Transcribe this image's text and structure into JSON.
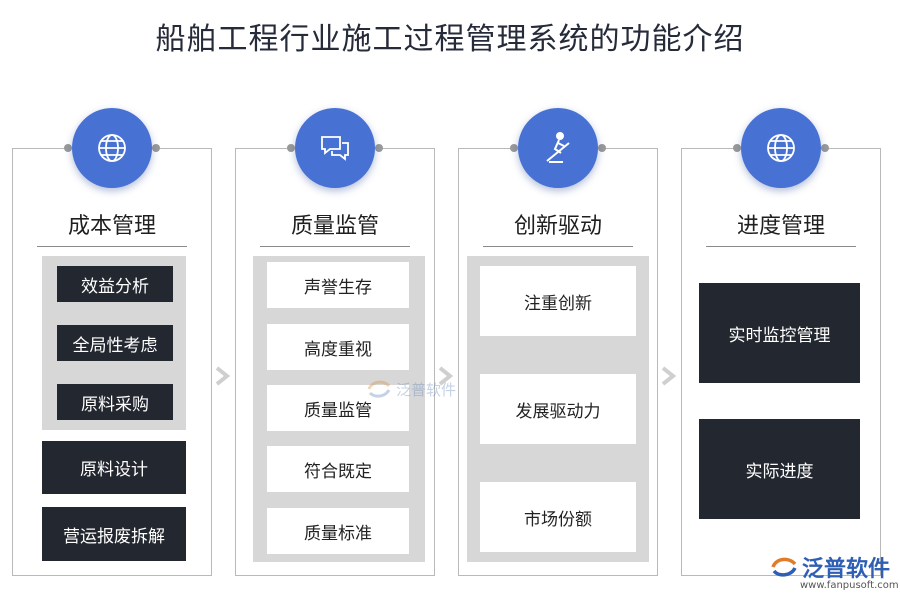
{
  "title": "船舶工程行业施工过程管理系统的功能介绍",
  "columns": [
    {
      "heading": "成本管理",
      "icon": "globe-icon",
      "items": [
        "效益分析",
        "全局性考虑",
        "原料采购",
        "原料设计",
        "营运报废拆解"
      ]
    },
    {
      "heading": "质量监管",
      "icon": "chat-bubbles-icon",
      "items": [
        "声誉生存",
        "高度重视",
        "质量监管",
        "符合既定",
        "质量标准"
      ]
    },
    {
      "heading": "创新驱动",
      "icon": "rowing-person-icon",
      "items": [
        "注重创新",
        "发展驱动力",
        "市场份额"
      ]
    },
    {
      "heading": "进度管理",
      "icon": "globe-icon",
      "items": [
        "实时监控管理",
        "实际进度"
      ]
    }
  ],
  "watermark": {
    "text": "泛普软件"
  },
  "logo": {
    "text": "泛普软件",
    "url": "www.fanpusoft.com"
  },
  "colors": {
    "accent": "#4772d3",
    "dark_box": "#23272f",
    "panel": "#d7d7d7"
  }
}
